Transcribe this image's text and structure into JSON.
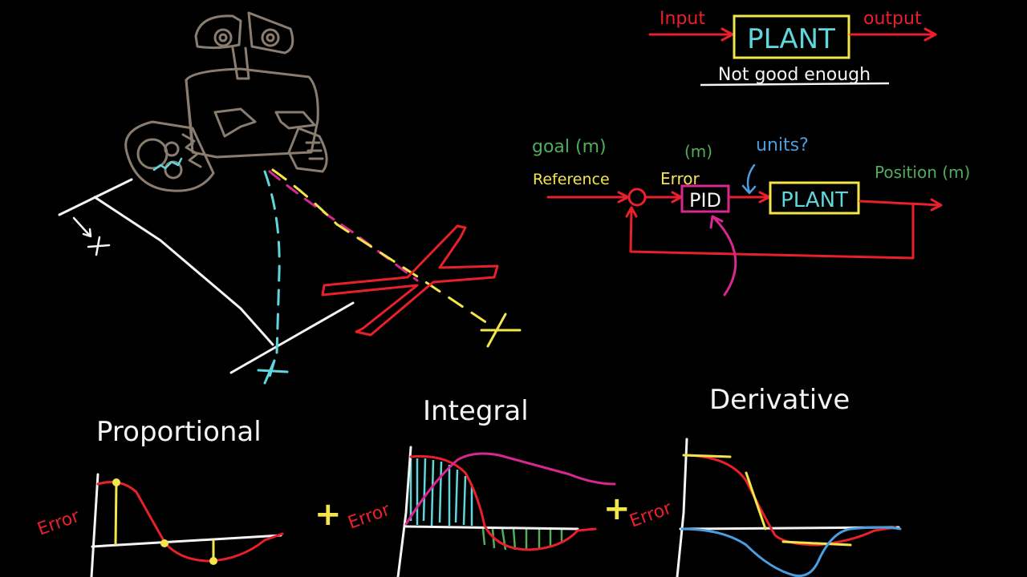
{
  "colors": {
    "background": "#000000",
    "red": "#e8202a",
    "yellow": "#f2e64a",
    "cyan": "#5fd6dc",
    "green": "#4fae5a",
    "magenta": "#d6288e",
    "white": "#f4f4f4",
    "blue": "#4a9ee0",
    "robot": "#8a7d70"
  },
  "open_loop": {
    "input_label": "Input",
    "block_label": "PLANT",
    "output_label": "output",
    "caption": "Not good enough"
  },
  "closed_loop": {
    "goal_label": "goal (m)",
    "reference_label": "Reference",
    "error_units": "(m)",
    "error_label": "Error",
    "controller_label": "PID",
    "units_question": "units?",
    "plant_label": "PLANT",
    "position_label": "Position (m)"
  },
  "robot_scene": {
    "description": "Wall-E style robot aiming at targets"
  },
  "terms": {
    "proportional": {
      "title": "Proportional",
      "axis_label": "Error"
    },
    "integral": {
      "title": "Integral",
      "axis_label": "Error"
    },
    "derivative": {
      "title": "Derivative",
      "axis_label": "Error"
    },
    "plus_symbol": "+"
  }
}
